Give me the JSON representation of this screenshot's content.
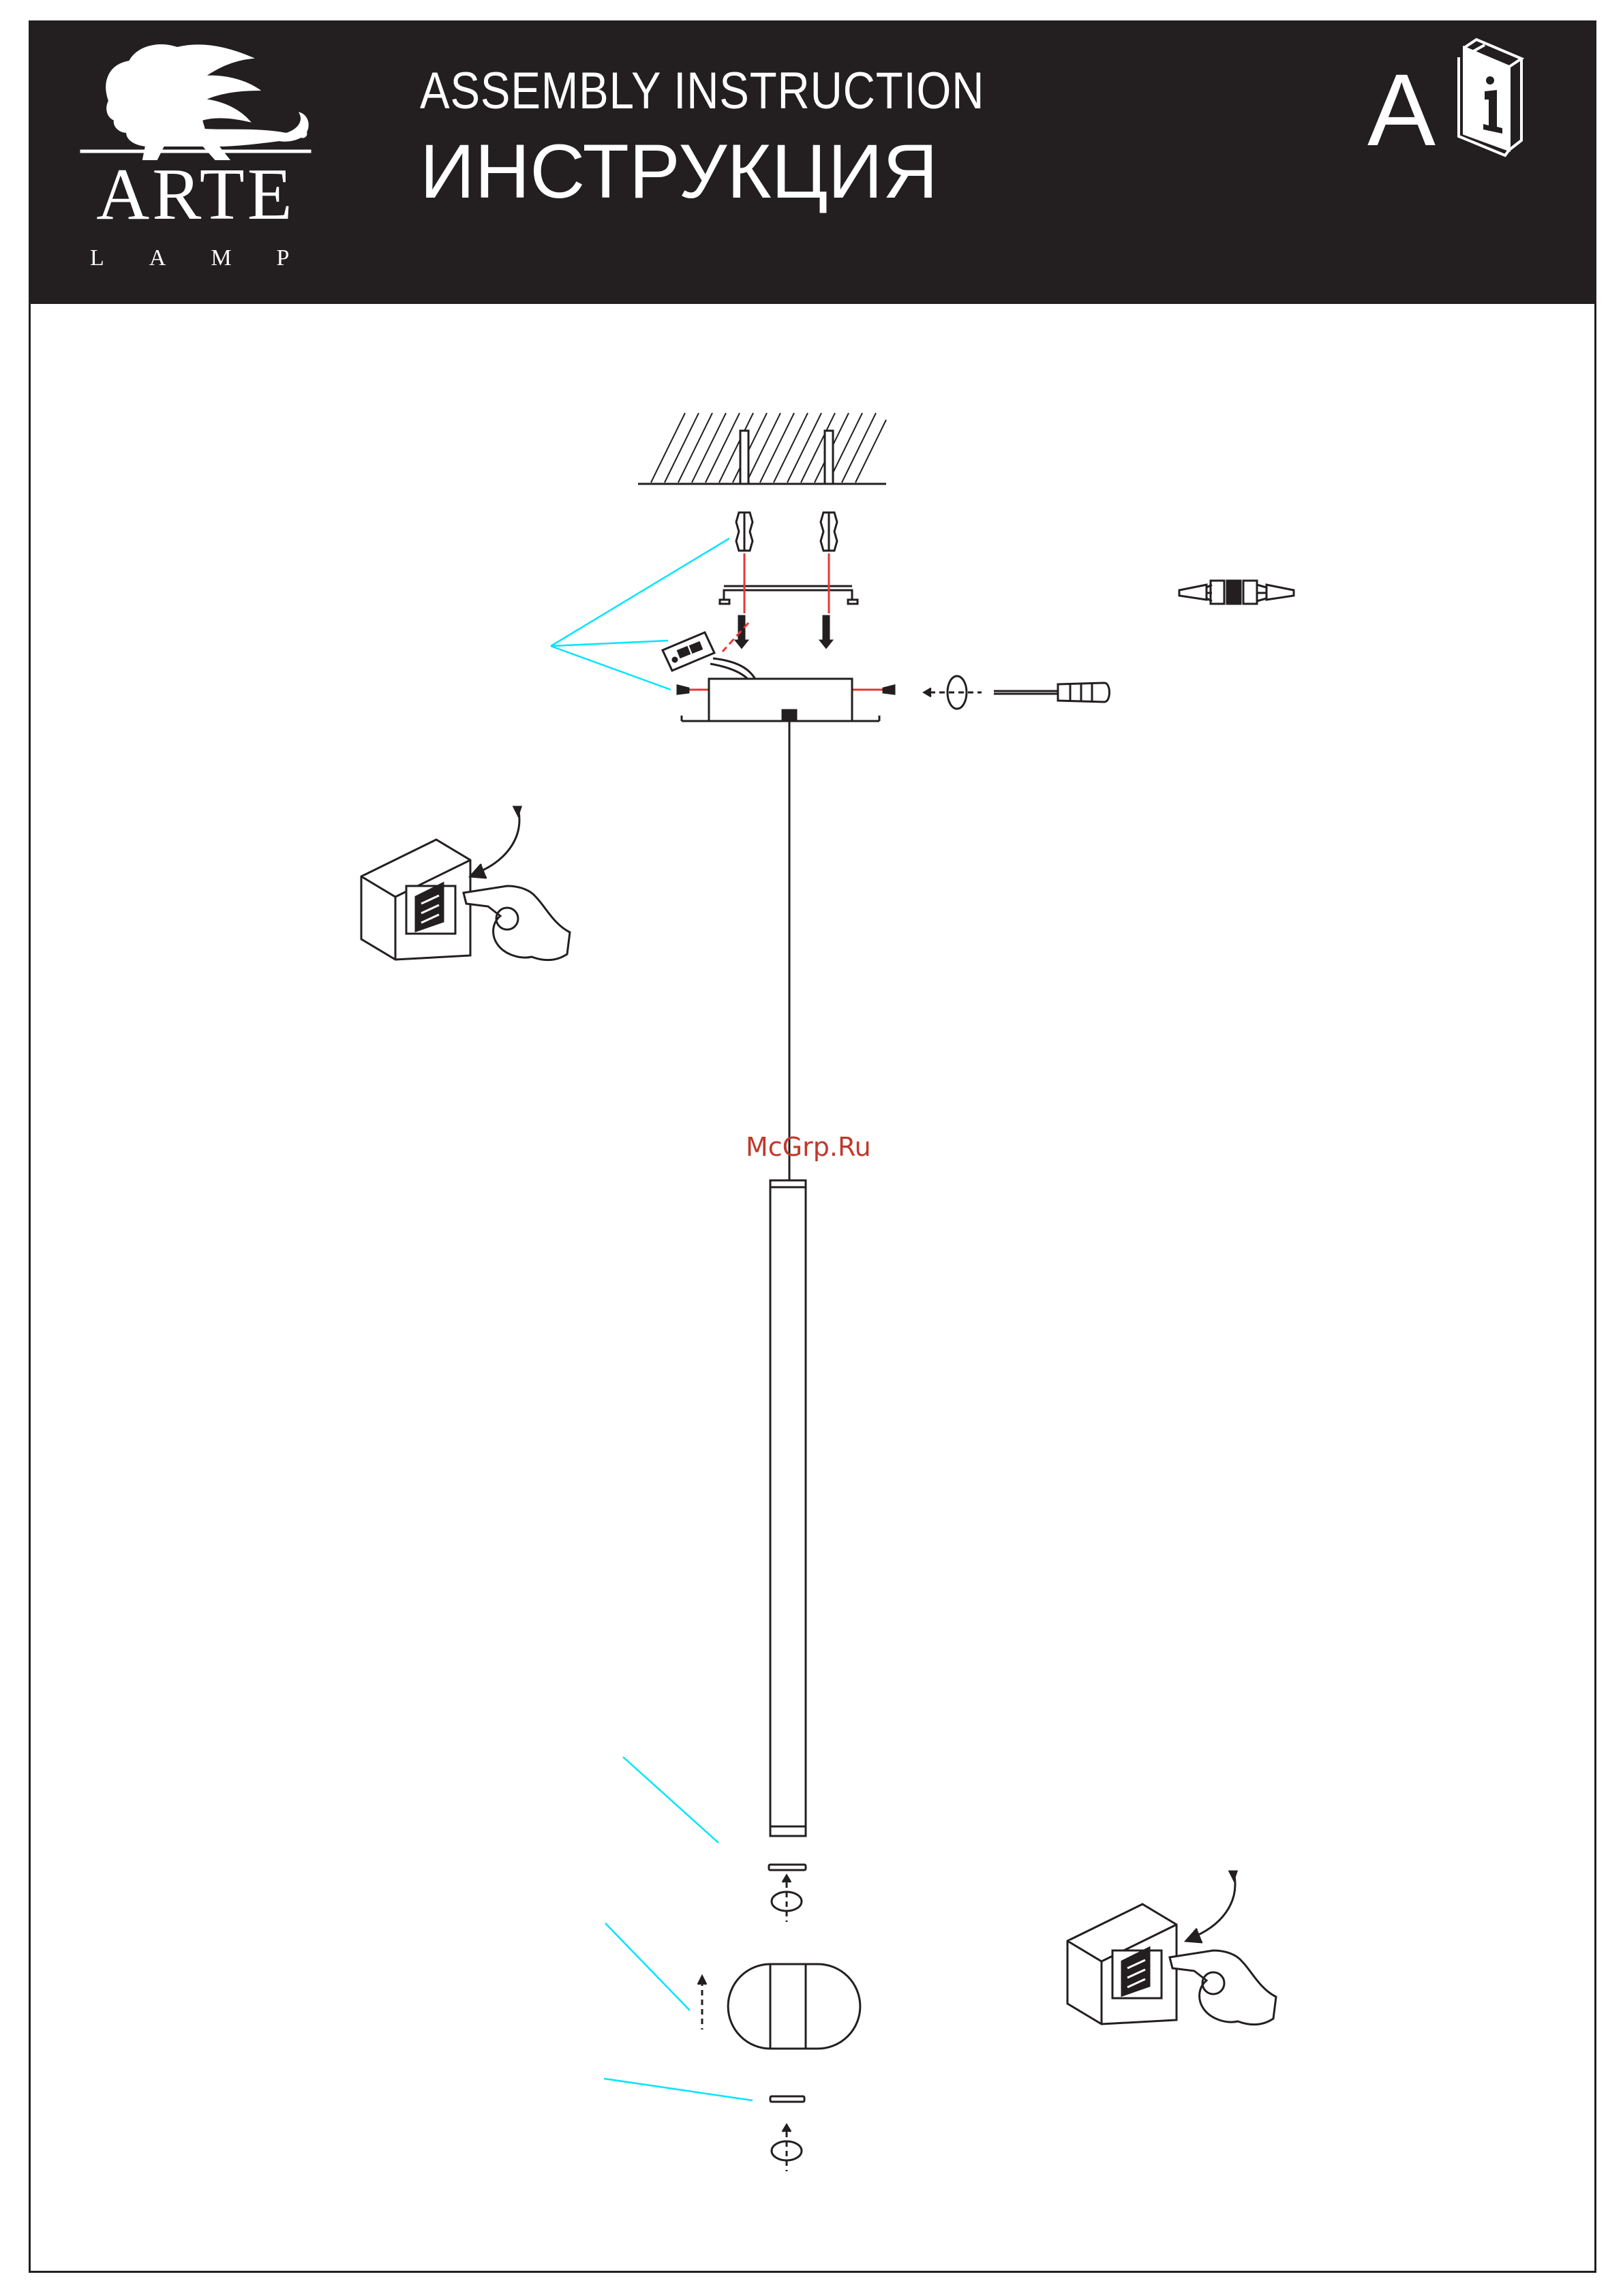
{
  "header": {
    "brand_name": "ARTE",
    "brand_sub": "LAMP",
    "title_en": "ASSEMBLY INSTRUCTION",
    "title_ru": "ИНСТРУКЦИЯ",
    "variant_letter": "A"
  },
  "watermark": "McGrp.Ru",
  "icons": [
    "griffin-logo-icon",
    "instruction-manual-icon",
    "ceiling-icon",
    "wall-plug-icon",
    "mounting-bracket-icon",
    "screw-icon",
    "terminal-block-icon",
    "canopy-icon",
    "screwdriver-icon",
    "rotate-icon",
    "wall-switch-icon",
    "hand-pointing-icon",
    "cable-icon",
    "pendant-tube-icon",
    "ring-icon",
    "lamp-end-cap-icon"
  ],
  "colors": {
    "header_bg": "#231f20",
    "line": "#231f20",
    "leader": "#00e5ff",
    "axis": "#e53935",
    "watermark": "#c0392b"
  }
}
